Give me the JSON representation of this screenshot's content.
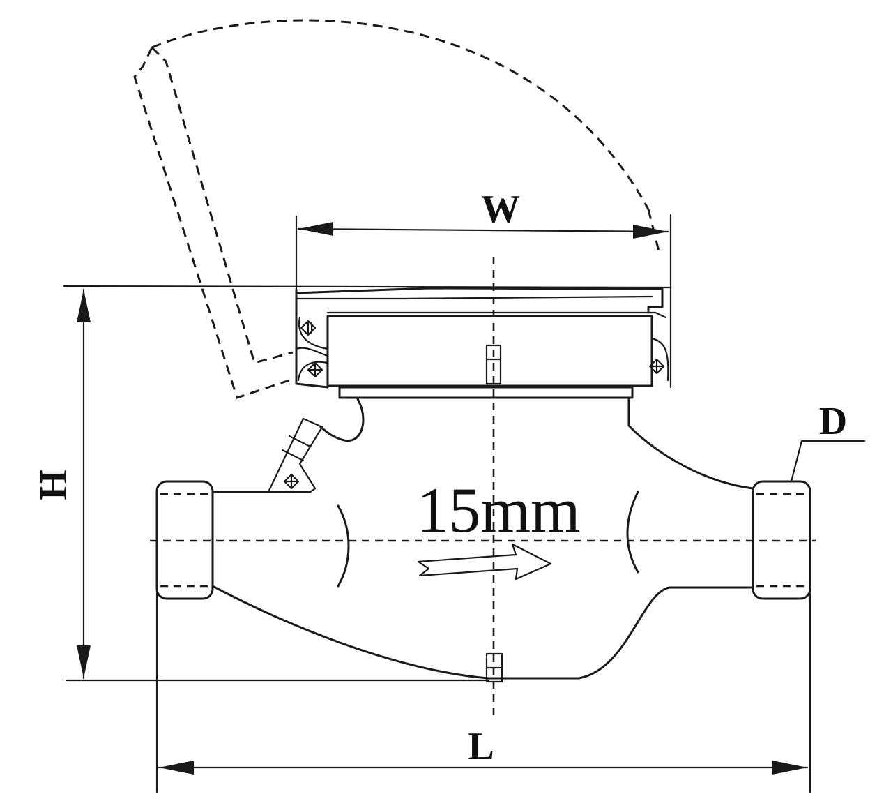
{
  "diagram": {
    "labels": {
      "width": "W",
      "height": "H",
      "length": "L",
      "diameter": "D",
      "nominal_size": "15mm"
    },
    "colors": {
      "line": "#1a1a1a",
      "background": "#ffffff"
    }
  }
}
